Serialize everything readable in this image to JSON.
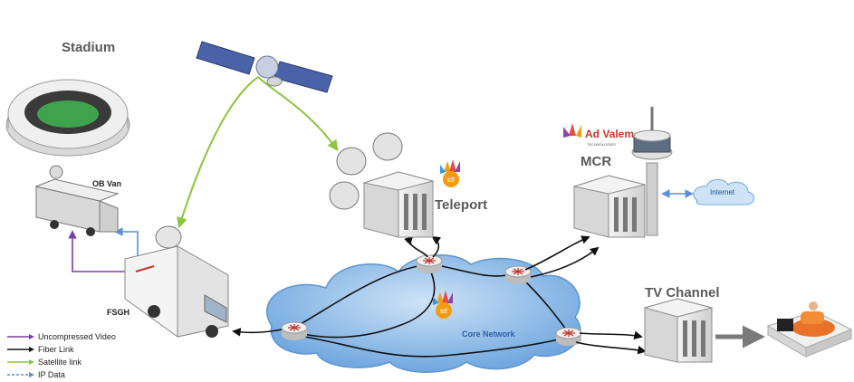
{
  "labels": {
    "stadium": "Stadium",
    "ob_van": "OB Van",
    "fsgh": "FSGH",
    "teleport": "Teleport",
    "mcr": "MCR",
    "tv_channel": "TV Channel",
    "core_network": "Core Network",
    "internet": "Internet",
    "advalem": "Ad Valem",
    "advalem_sub": "TECHNOLOGIES",
    "tdf": "tdf"
  },
  "legend": [
    {
      "label": "Uncompressed Video",
      "color": "#7b3fa0"
    },
    {
      "label": "Fiber Link",
      "color": "#111111"
    },
    {
      "label": "Satellite link",
      "color": "#8cc63f"
    },
    {
      "label": "IP Data",
      "color": "#5b8fd6"
    }
  ],
  "colors": {
    "cloud": "#7fb3e6",
    "router": "#e6e6e6",
    "building": "#e8e8e8",
    "satellite": "#8cc63f",
    "uncompressed": "#7b3fa0",
    "ip": "#5b8fd6"
  }
}
